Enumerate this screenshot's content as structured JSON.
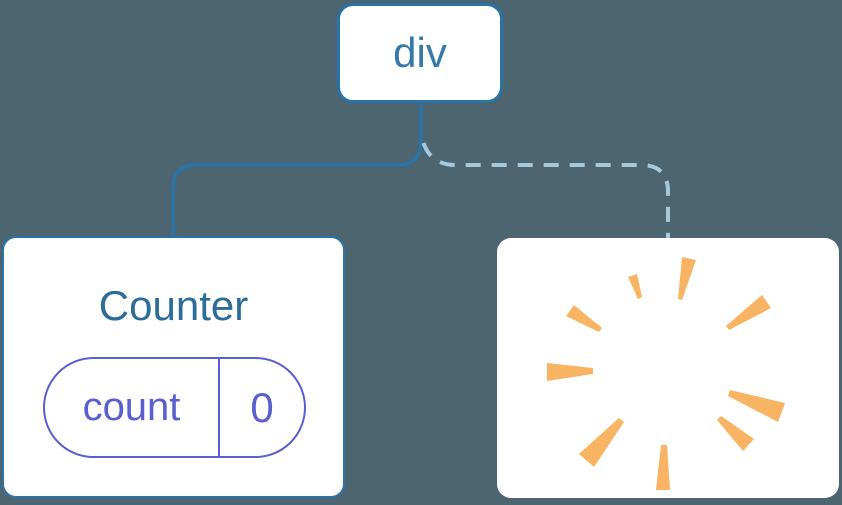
{
  "diagram": {
    "root_node": {
      "label": "div"
    },
    "counter_card": {
      "title": "Counter",
      "state_pill": {
        "key": "count",
        "value": "0"
      }
    },
    "removed_card": {
      "icon": "poof-icon"
    },
    "connectors": {
      "left": "solid",
      "right": "dashed"
    },
    "colors": {
      "background": "#4D6571",
      "card_bg": "#FFFFFF",
      "node_border": "#2A73A6",
      "node_text": "#3579A8",
      "title_text": "#2B6C99",
      "solid_link": "#2A74A7",
      "dashed_link": "#A6C8DD",
      "state_purple": "#5A5FD0",
      "poof_orange": "#F8B462"
    }
  }
}
